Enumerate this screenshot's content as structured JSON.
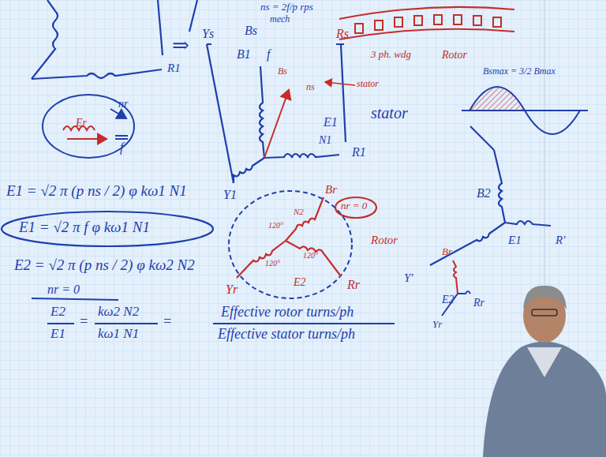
{
  "diagram": {
    "labels": [
      "ns = 2f/p rps",
      "mech",
      "R1",
      "Er",
      "nr",
      "f",
      "⇒",
      "Ys",
      "Bs",
      "B1",
      "f",
      "Bs",
      "ns",
      "Rs",
      "3 ph. wdg",
      "Rotor",
      "stator",
      "stator",
      "E1",
      "N1",
      "R1",
      "Y1",
      "Bsmax = 3/2 Bmax",
      "Br",
      "nr = 0",
      "N2",
      "120°",
      "120°",
      "120°",
      "E2",
      "Yr",
      "Rr",
      "Rotor",
      "B2",
      "E1",
      "R'",
      "Y'",
      "Br",
      "E2",
      "Rr",
      "Yr",
      "E1 = √2 π (p ns / 2) φ kω1 N1",
      "E1 = √2 π f φ kω1 N1",
      "E2 = √2 π (p ns / 2) φ kω2 N2",
      "nr = 0",
      "E2",
      "E1",
      "=",
      "kω2 N2",
      "kω1 N1",
      "=",
      "Effective rotor turns/ph",
      "Effective stator turns/ph"
    ]
  }
}
